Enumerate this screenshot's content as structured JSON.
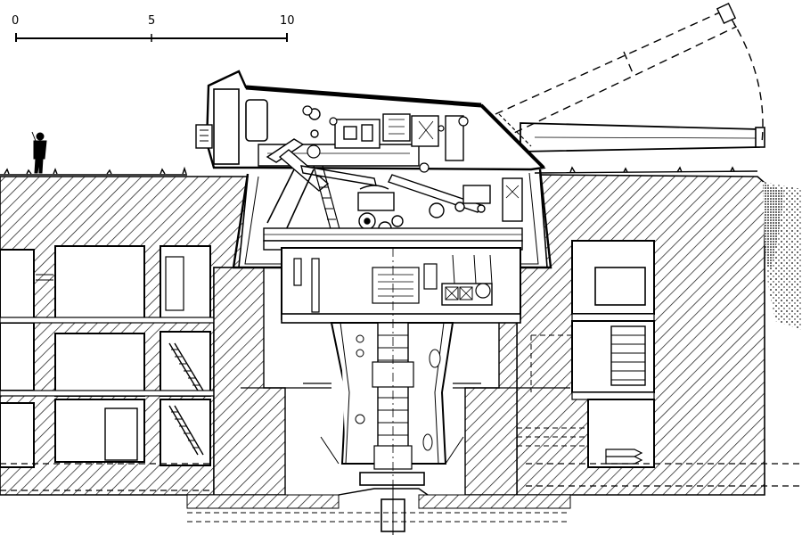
{
  "scale_bar": {
    "labels": [
      "0",
      "5",
      "10"
    ]
  },
  "colors": {
    "ink": "#000000",
    "paper": "#ffffff",
    "hatch": "#111111"
  }
}
